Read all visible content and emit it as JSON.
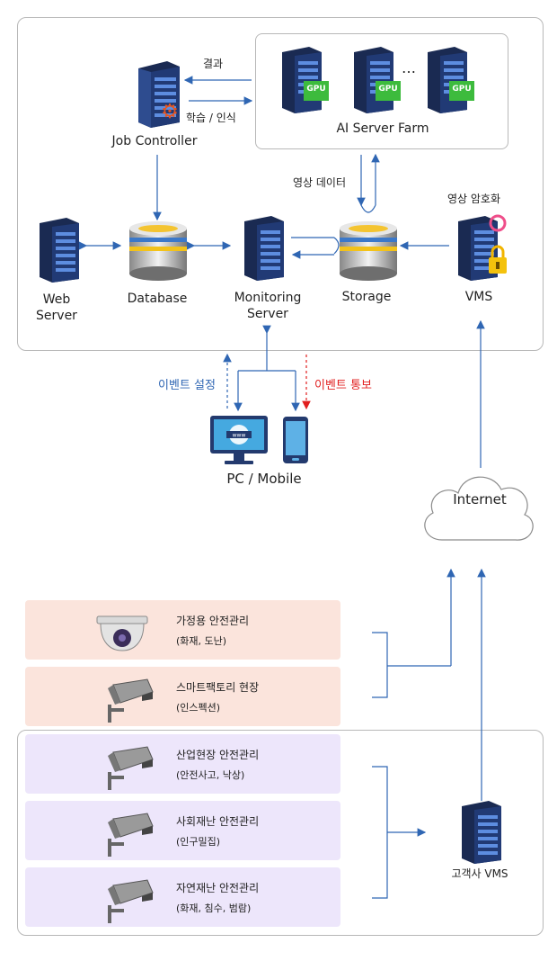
{
  "top_section": {
    "result_label": "결과",
    "learn_label": "학습 / 인식",
    "job_controller": "Job Controller",
    "ai_server_farm": "AI Server Farm",
    "gpu": "GPU",
    "ellipsis": "…",
    "video_data": "영상 데이터",
    "video_encryption": "영상 암호화",
    "web_server": [
      "Web",
      "Server"
    ],
    "database": "Database",
    "monitoring_server": [
      "Monitoring",
      "Server"
    ],
    "storage": "Storage",
    "vms": "VMS"
  },
  "event_setting": "이벤트 설정",
  "event_notify": "이벤트 통보",
  "pc_mobile": "PC / Mobile",
  "internet": "Internet",
  "panels": [
    {
      "title": "가정용 안전관리",
      "sub": "(화재, 도난)",
      "kind": "dome"
    },
    {
      "title": "스마트팩토리 현장",
      "sub": "(인스펙션)",
      "kind": "bullet"
    },
    {
      "title": "산업현장 안전관리",
      "sub": "(안전사고, 낙상)",
      "kind": "bullet"
    },
    {
      "title": "사회재난 안전관리",
      "sub": "(인구밀집)",
      "kind": "bullet"
    },
    {
      "title": "자연재난 안전관리",
      "sub": "(화재, 침수, 범람)",
      "kind": "bullet"
    }
  ],
  "customer_vms": "고객사 VMS",
  "colors": {
    "arrow": "#2f66b3",
    "peach_panel": "#fbe4dc",
    "lavender_panel": "#ede6fb",
    "server_dark": "#1c2f5e",
    "gpu_green": "#3dbb3d",
    "event_red": "#e11f1f"
  }
}
